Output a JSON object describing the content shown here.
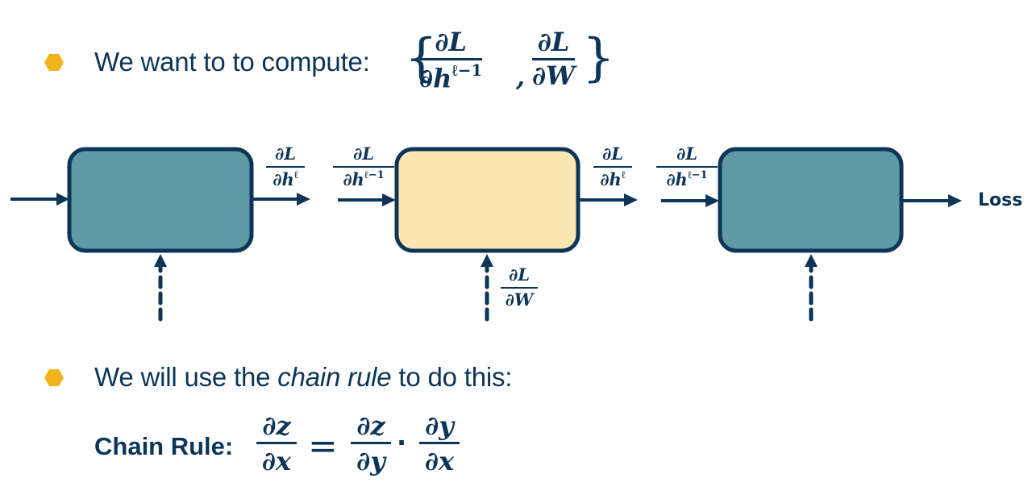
{
  "colors": {
    "navy": "#0c3558",
    "teal_box": "#5e9aa4",
    "highlight_box": "#fbe6b4",
    "bullet": "#f0b319"
  },
  "bullets": [
    {
      "icon": "hexagon-bullet-icon",
      "text": "We want to to compute:",
      "math": {
        "open_brace": "{",
        "close_brace": "}",
        "separator": ",",
        "terms": [
          {
            "num": "∂L",
            "den_base": "∂h",
            "den_sup": "ℓ−1"
          },
          {
            "num": "∂L",
            "den_base": "∂W",
            "den_sup": ""
          }
        ]
      }
    },
    {
      "icon": "hexagon-bullet-icon",
      "text_before": "We will use the ",
      "text_italic": "chain rule",
      "text_after": " to do this:"
    }
  ],
  "diagram": {
    "blocks": [
      {
        "name": "previous-layer",
        "style": "teal"
      },
      {
        "name": "current-layer",
        "style": "highlight"
      },
      {
        "name": "next-layer",
        "style": "teal"
      }
    ],
    "labels": {
      "out1": {
        "num": "∂L",
        "den_base": "∂h",
        "den_sup": "ℓ"
      },
      "in2": {
        "num": "∂L",
        "den_base": "∂h",
        "den_sup": "ℓ−1"
      },
      "out2": {
        "num": "∂L",
        "den_base": "∂h",
        "den_sup": "ℓ"
      },
      "in3": {
        "num": "∂L",
        "den_base": "∂h",
        "den_sup": "ℓ−1"
      },
      "weight2": {
        "num": "∂L",
        "den_base": "∂W",
        "den_sup": ""
      }
    },
    "output_label": "Loss"
  },
  "chain_rule": {
    "label": "Chain Rule:",
    "lhs": {
      "num": "∂z",
      "den": "∂x"
    },
    "equals": "=",
    "rhs": [
      {
        "num": "∂z",
        "den": "∂y"
      },
      {
        "num": "∂y",
        "den": "∂x"
      }
    ],
    "dot": "·"
  }
}
